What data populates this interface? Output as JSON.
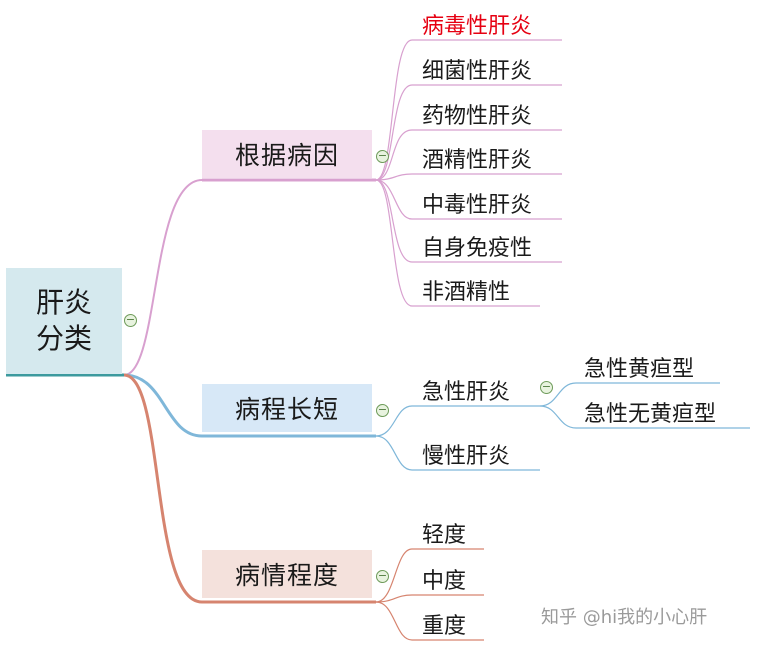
{
  "root": {
    "line1": "肝炎",
    "line2": "分类"
  },
  "categories": [
    {
      "label": "根据病因",
      "color": "#d8a0cf",
      "items": [
        "病毒性肝炎",
        "细菌性肝炎",
        "药物性肝炎",
        "酒精性肝炎",
        "中毒性肝炎",
        "自身免疫性",
        "非酒精性"
      ]
    },
    {
      "label": "病程长短",
      "color": "#7fb7d9",
      "items": [
        "急性肝炎",
        "慢性肝炎"
      ],
      "sub": [
        "急性黄疸型",
        "急性无黄疸型"
      ]
    },
    {
      "label": "病情程度",
      "color": "#d6846f",
      "items": [
        "轻度",
        "中度",
        "重度"
      ]
    }
  ],
  "highlight_color": "#e60012",
  "toggle_symbol": "−",
  "watermark": "知乎 @hi我的小心肝"
}
